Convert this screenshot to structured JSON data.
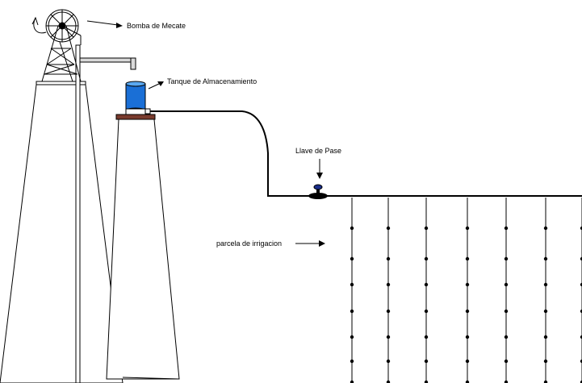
{
  "labels": {
    "pump": "Bomba de Mecate",
    "tank": "Tanque de Almacenamiento",
    "valve": "Llave de Pase",
    "plot": "parcela de irrigacion"
  },
  "colors": {
    "line": "#000000",
    "tank_blue": "#1a6fd6",
    "tank_blue_light": "#5aa8f0",
    "platform": "#7a3b2e",
    "valve_blue": "#1a2e8a",
    "pipe_gray": "#d9d9d9"
  }
}
